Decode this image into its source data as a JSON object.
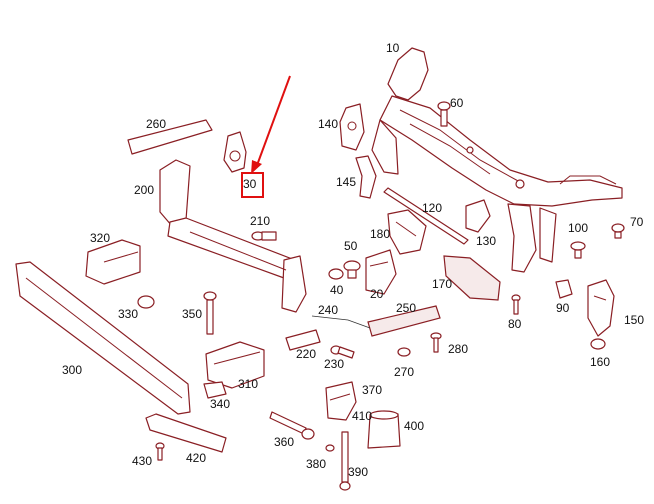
{
  "colors": {
    "part_stroke": "#8a1f24",
    "highlight": "#e01010",
    "arrow": "#e01010",
    "label_text": "#111111"
  },
  "highlighted_part": "30",
  "labels": {
    "p10": "10",
    "p20": "20",
    "p30": "30",
    "p40": "40",
    "p50": "50",
    "p60": "60",
    "p70": "70",
    "p80": "80",
    "p90": "90",
    "p100": "100",
    "p120": "120",
    "p130": "130",
    "p140": "140",
    "p145": "145",
    "p150": "150",
    "p160": "160",
    "p170": "170",
    "p180": "180",
    "p200": "200",
    "p210": "210",
    "p220": "220",
    "p230": "230",
    "p240": "240",
    "p250": "250",
    "p260": "260",
    "p270": "270",
    "p280": "280",
    "p300": "300",
    "p310": "310",
    "p320": "320",
    "p330": "330",
    "p340": "340",
    "p350": "350",
    "p360": "360",
    "p370": "370",
    "p380": "380",
    "p390": "390",
    "p400": "400",
    "p410": "410",
    "p420": "420",
    "p430": "430"
  }
}
